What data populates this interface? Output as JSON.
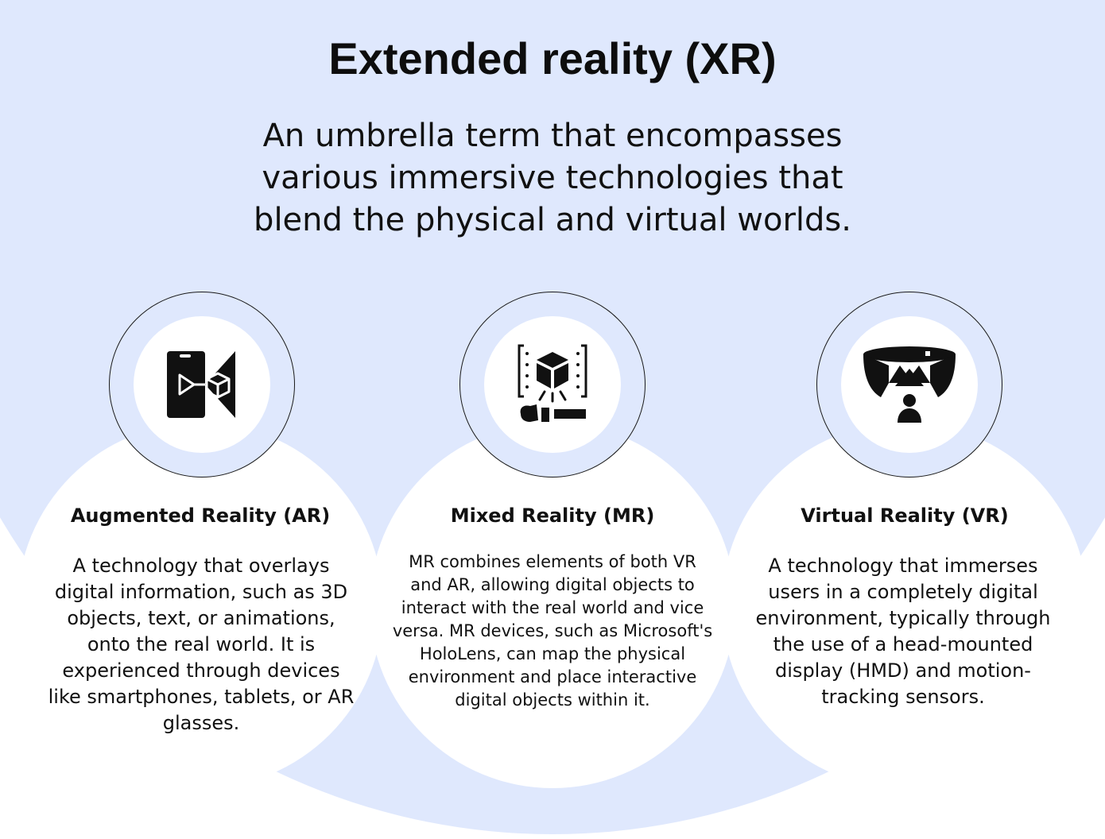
{
  "header": {
    "title": "Extended reality (XR)",
    "subtitle": "An umbrella term that encompasses various immersive technologies that blend the physical and virtual worlds."
  },
  "colors": {
    "background_blob": "#dfe8fd",
    "card": "#ffffff",
    "text": "#111111",
    "icon": "#111111"
  },
  "cards": [
    {
      "icon": "smartphone-ar-cube-icon",
      "title": "Augmented Reality (AR)",
      "description": "A technology that overlays digital information, such as 3D objects, text, or animations, onto the real world. It is experienced through devices like smartphones, tablets, or AR glasses."
    },
    {
      "icon": "hologram-projection-cube-icon",
      "title": "Mixed Reality (MR)",
      "description": "MR combines elements of both VR and AR, allowing digital objects to interact with the real world and vice versa. MR devices, such as Microsoft's HoloLens, can map the physical environment and place interactive digital objects within it."
    },
    {
      "icon": "immersive-360-screen-user-icon",
      "title": "Virtual Reality (VR)",
      "description": "A technology that immerses users in a completely digital environment, typically through the use of a head-mounted display (HMD) and motion-tracking sensors."
    }
  ]
}
